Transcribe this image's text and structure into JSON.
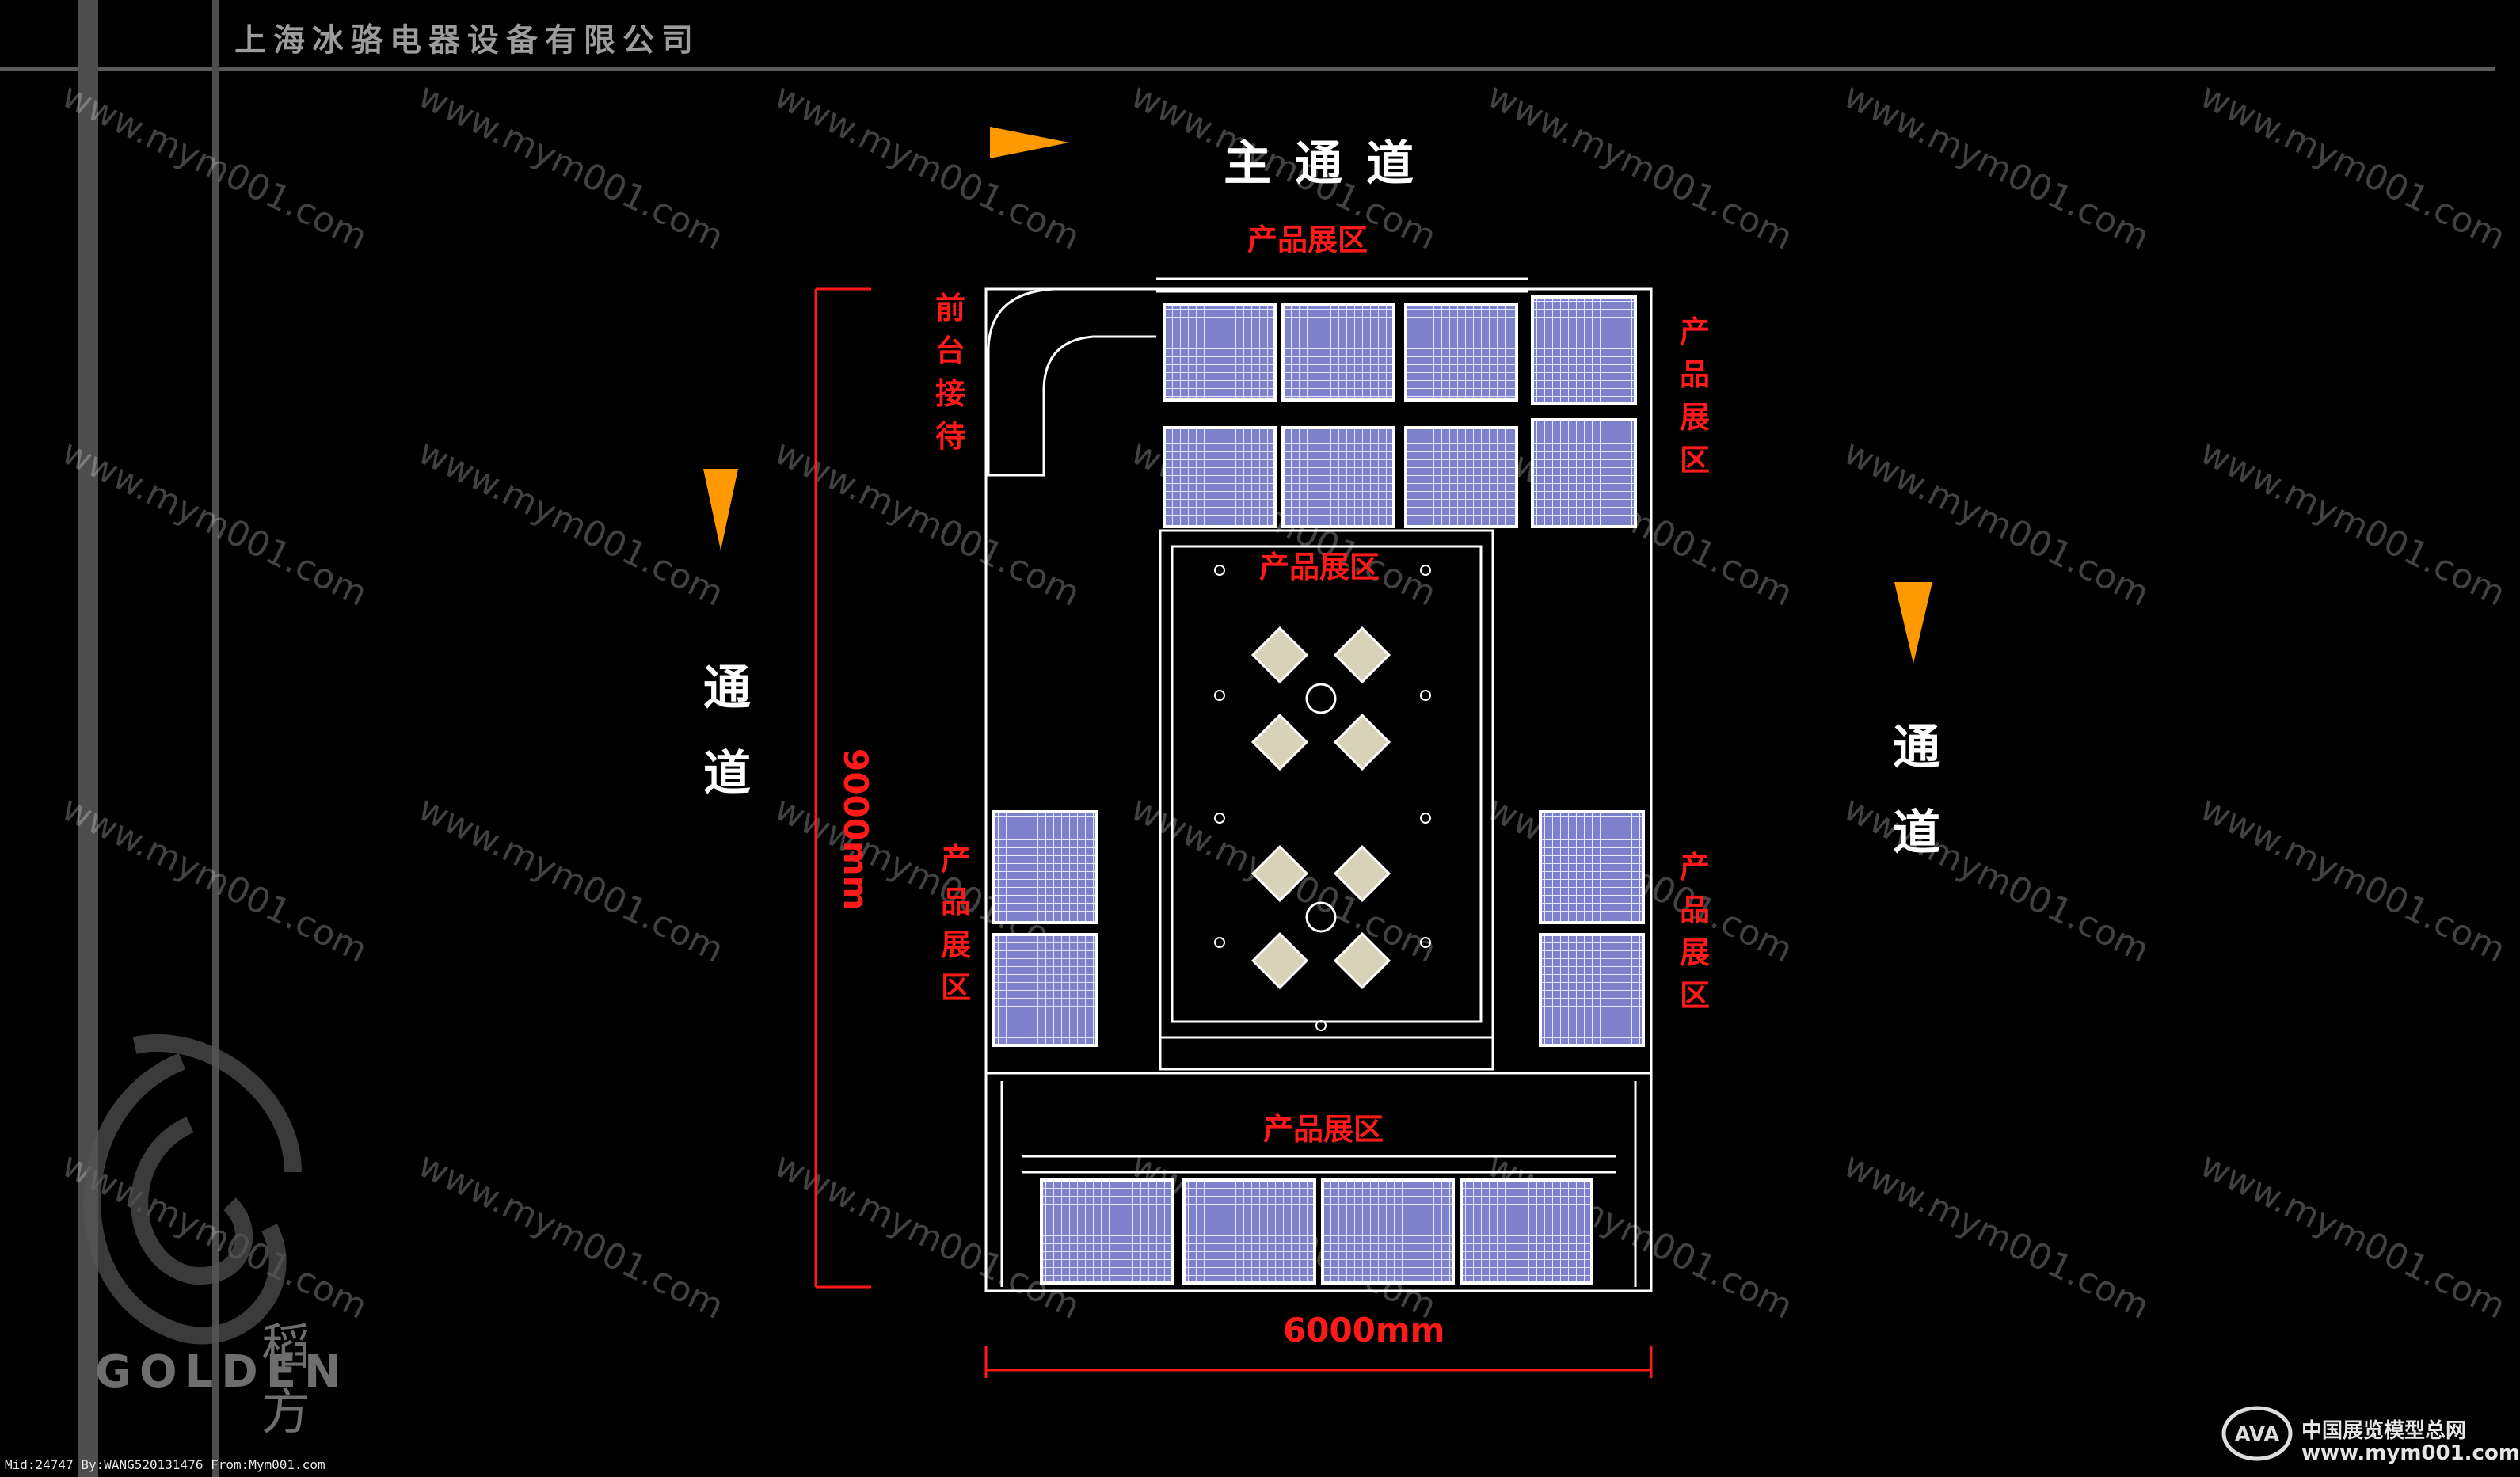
{
  "header": {
    "company": "上海冰骆电器设备有限公司"
  },
  "watermark": "www.mym001.com",
  "aisles": {
    "main": "主通道",
    "left": [
      "通",
      "道"
    ],
    "right": [
      "通",
      "道"
    ]
  },
  "labels": {
    "product_top": "产品展区",
    "product_upper_middle": "产品展区",
    "product_bottom": "产品展区",
    "front_desk": [
      "前",
      "台",
      "接",
      "待"
    ],
    "product_right_top": [
      "产",
      "品",
      "展",
      "区"
    ],
    "product_left_mid": [
      "产",
      "品",
      "展",
      "区"
    ],
    "product_right_mid": [
      "产",
      "品",
      "展",
      "区"
    ]
  },
  "dimensions": {
    "width": "6000mm",
    "height": "9000mm"
  },
  "footer": {
    "meta": "Mid:24747 By:WANG520131476 From:Mym001.com",
    "site_cn": "中国展览模型总网",
    "site_url": "www.mym001.com"
  },
  "brand": {
    "golden": "GOLDEN",
    "cn": [
      "稻",
      "方"
    ]
  },
  "colors": {
    "label": "#ff1a1a",
    "arrow": "#ff9900",
    "lines": "#ffffff",
    "fridge": "#8a8cd8"
  }
}
